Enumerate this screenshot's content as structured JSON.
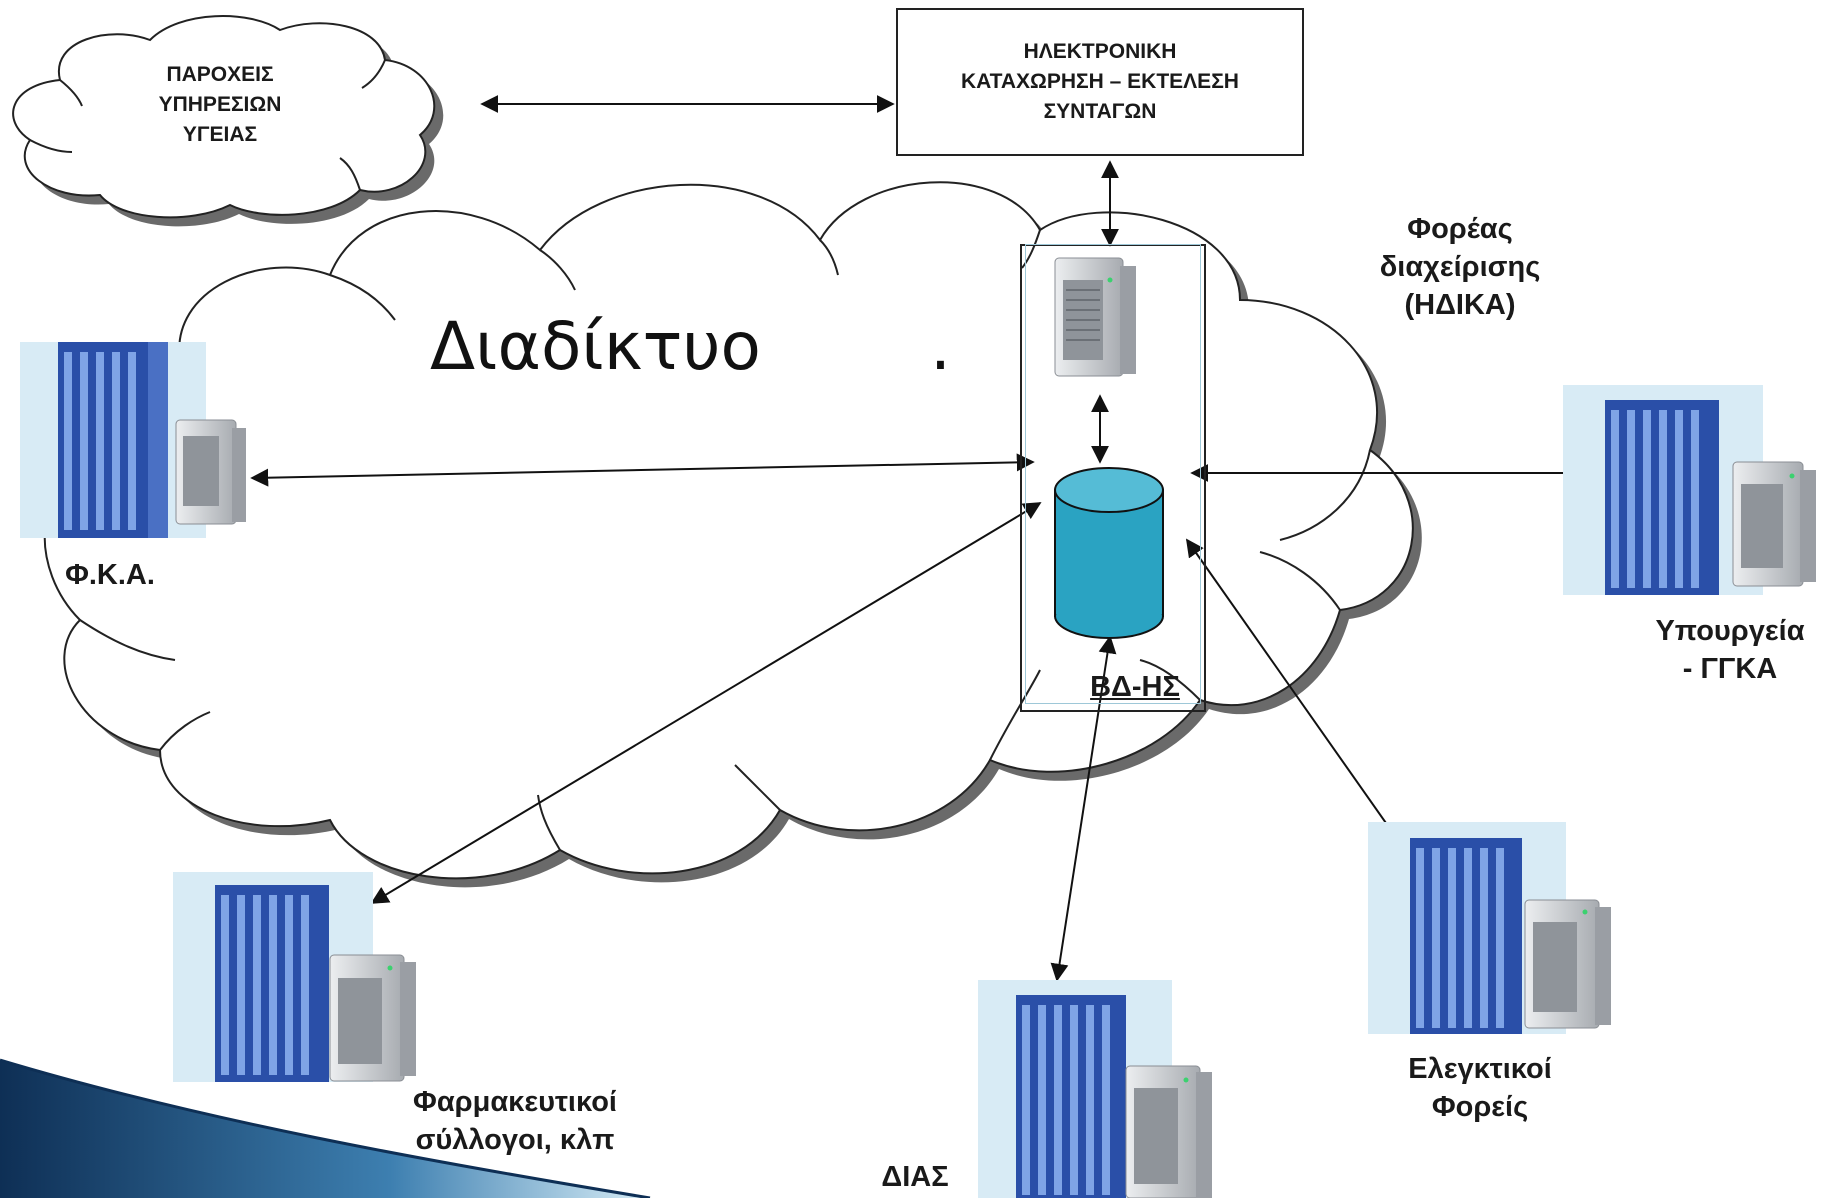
{
  "internet": {
    "label": "Διαδίκτυο",
    "dot": "."
  },
  "providers": {
    "label": "ΠΑΡΟΧΕΙΣ\nΥΠΗΡΕΣΙΩΝ\nΥΓΕΙΑΣ"
  },
  "eprescription": {
    "label": "ΗΛΕΚΤΡΟΝΙΚΗ\nΚΑΤΑΧΩΡΗΣΗ – ΕΚΤΕΛΕΣΗ\nΣΥΝΤΑΓΩΝ"
  },
  "operator": {
    "label": "Φορέας\nδιαχείρισης\n(ΗΔΙΚΑ)"
  },
  "database": {
    "label": "ΒΔ-ΗΣ"
  },
  "nodes": {
    "fka": "Φ.Κ.Α.",
    "ministry": "Υπουργεία\n- ΓΓΚΑ",
    "pharma": "Φαρμακευτικοί\nσύλλογοι, κλπ",
    "dias": "ΔΙΑΣ",
    "audit": "Ελεγκτικοί\nΦορείς"
  },
  "colors": {
    "cylinder": "#2aa3c2",
    "cylinder_top": "#55bcd6",
    "building": "#2a4fa8",
    "building_bg": "#d8ebf5",
    "server": "#c9ccd0",
    "slide_accent": "#1e4f7a"
  }
}
